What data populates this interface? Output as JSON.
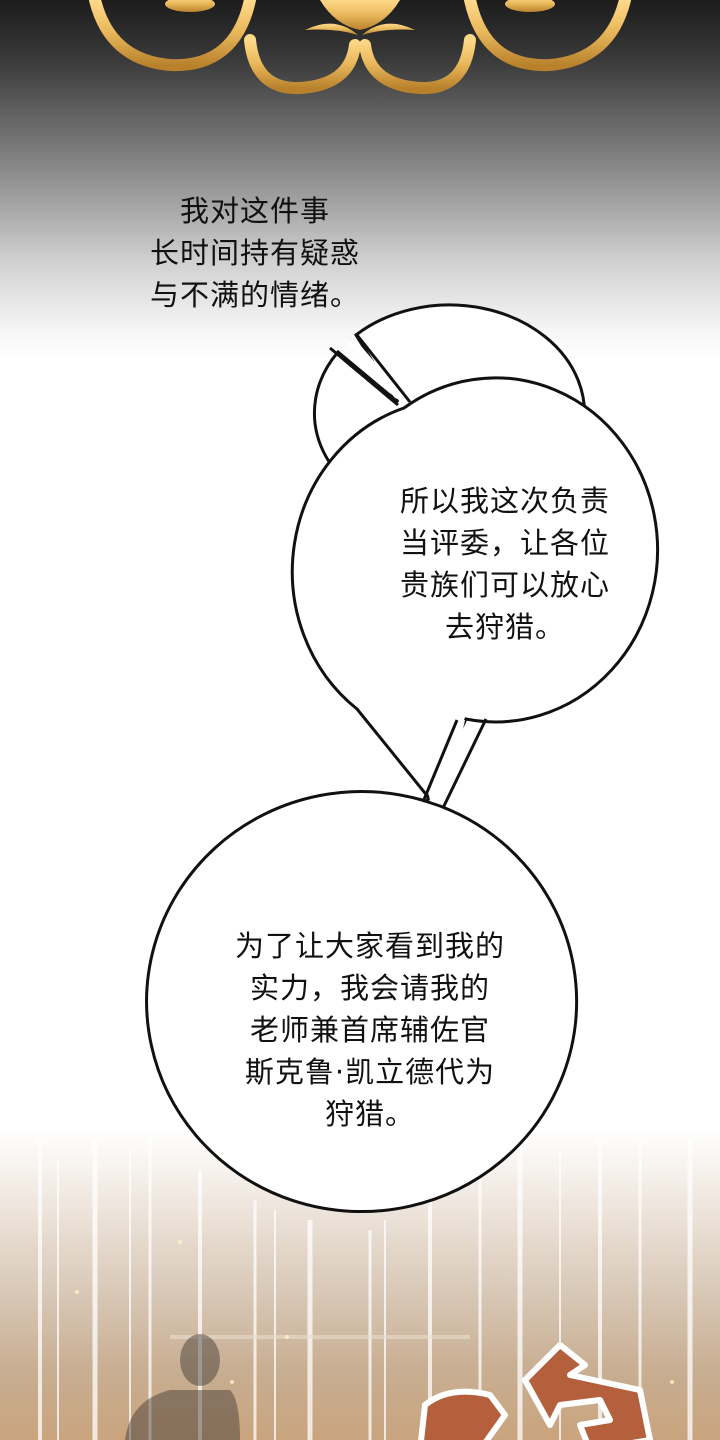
{
  "page": {
    "type": "comic-panel",
    "colors": {
      "top_bg_dark": "#1c1c1c",
      "ornament_gold": "#e8b75a",
      "bubble_fill": "#ffffff",
      "bubble_stroke": "#111111",
      "bottom_bg_warm": "#c9a47e",
      "sfx_fill": "#b4603c",
      "sfx_stroke": "#ffffff"
    }
  },
  "ornament": {
    "icon": "gold-scroll-ornament"
  },
  "bubbles": [
    {
      "id": "bubble-1",
      "text": "我对这件事\n长时间持有疑惑\n与不满的情绪。"
    },
    {
      "id": "bubble-2",
      "text": "所以我这次负责\n当评委，让各位\n贵族们可以放心\n去狩猎。"
    },
    {
      "id": "bubble-3",
      "text": "为了让大家看到我的\n实力，我会请我的\n老师兼首席辅佐官\n斯克鲁·凯立德代为\n狩猎。"
    }
  ],
  "scene_bottom": {
    "figure": "shadow-silhouette",
    "sfx_icon": "sound-effect-lettering"
  }
}
